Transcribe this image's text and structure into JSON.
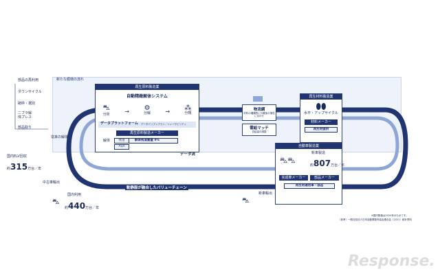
{
  "flow_label": "新たな循環の流れ",
  "left_flow": {
    "items": [
      "部品の再利用",
      "ダウンサイクル",
      "破砕・選別",
      "ニブラ解体プレス",
      "部品取り"
    ],
    "disposal": "従来の解体"
  },
  "recycle_panel": {
    "header": "再生原料製造業",
    "system_title": "自動精緻解体システム",
    "steps": [
      "分析",
      "分解",
      "分類"
    ],
    "platform_label": "データプラットフォーム",
    "platform_sub": "データドリブンプラン／トレーサビリティ",
    "maker_button": "再生原料製造メーカー",
    "ratio_button": "解体残渣重量 9%"
  },
  "middle": {
    "logistics_title": "物流網",
    "logistics_sub": "材料の種類別に分離後の適性に合わせ",
    "matching_title": "需給マッチ",
    "matching_sub": "供給量の調整"
  },
  "material_panel": {
    "header": "再生材料製造業",
    "upcycle": "水平・アップサイクル",
    "maker_button": "材料メーカー",
    "material_button": "再生材提供"
  },
  "auto_panel": {
    "header": "自動車製造業",
    "new_car_label": "新車製造",
    "new_car_prefix": "約",
    "new_car_value": "807",
    "new_car_unit": "万台／年",
    "maker_button": "完成車メーカー",
    "parts_button": "部品メーカー",
    "bottom_button": "再生材適用車・部品"
  },
  "data_flow": "データ流",
  "value_chain": "動静脈が融合したバリューチェーン",
  "small_labels": [
    "解体",
    "残渣",
    "ASR"
  ],
  "left_stats": {
    "elv_label": "国内ELV回収",
    "elv_prefix": "約",
    "elv_value": "315",
    "elv_unit": "万台／年",
    "used_export": "中古車輸出",
    "domestic_label": "国内利用",
    "domestic_prefix": "約",
    "domestic_value": "440",
    "domestic_unit": "万台／年"
  },
  "new_export": "新車輸出",
  "notes": [
    "※国内数値は2020年のものです。",
    "（参考）一般社団法人日本自動車販売協会連合会（2021）統計資料"
  ],
  "watermark": "Response.",
  "colors": {
    "navy": "#1f3470",
    "track": "#2c4a9c",
    "light_band": "#eef2fa"
  }
}
